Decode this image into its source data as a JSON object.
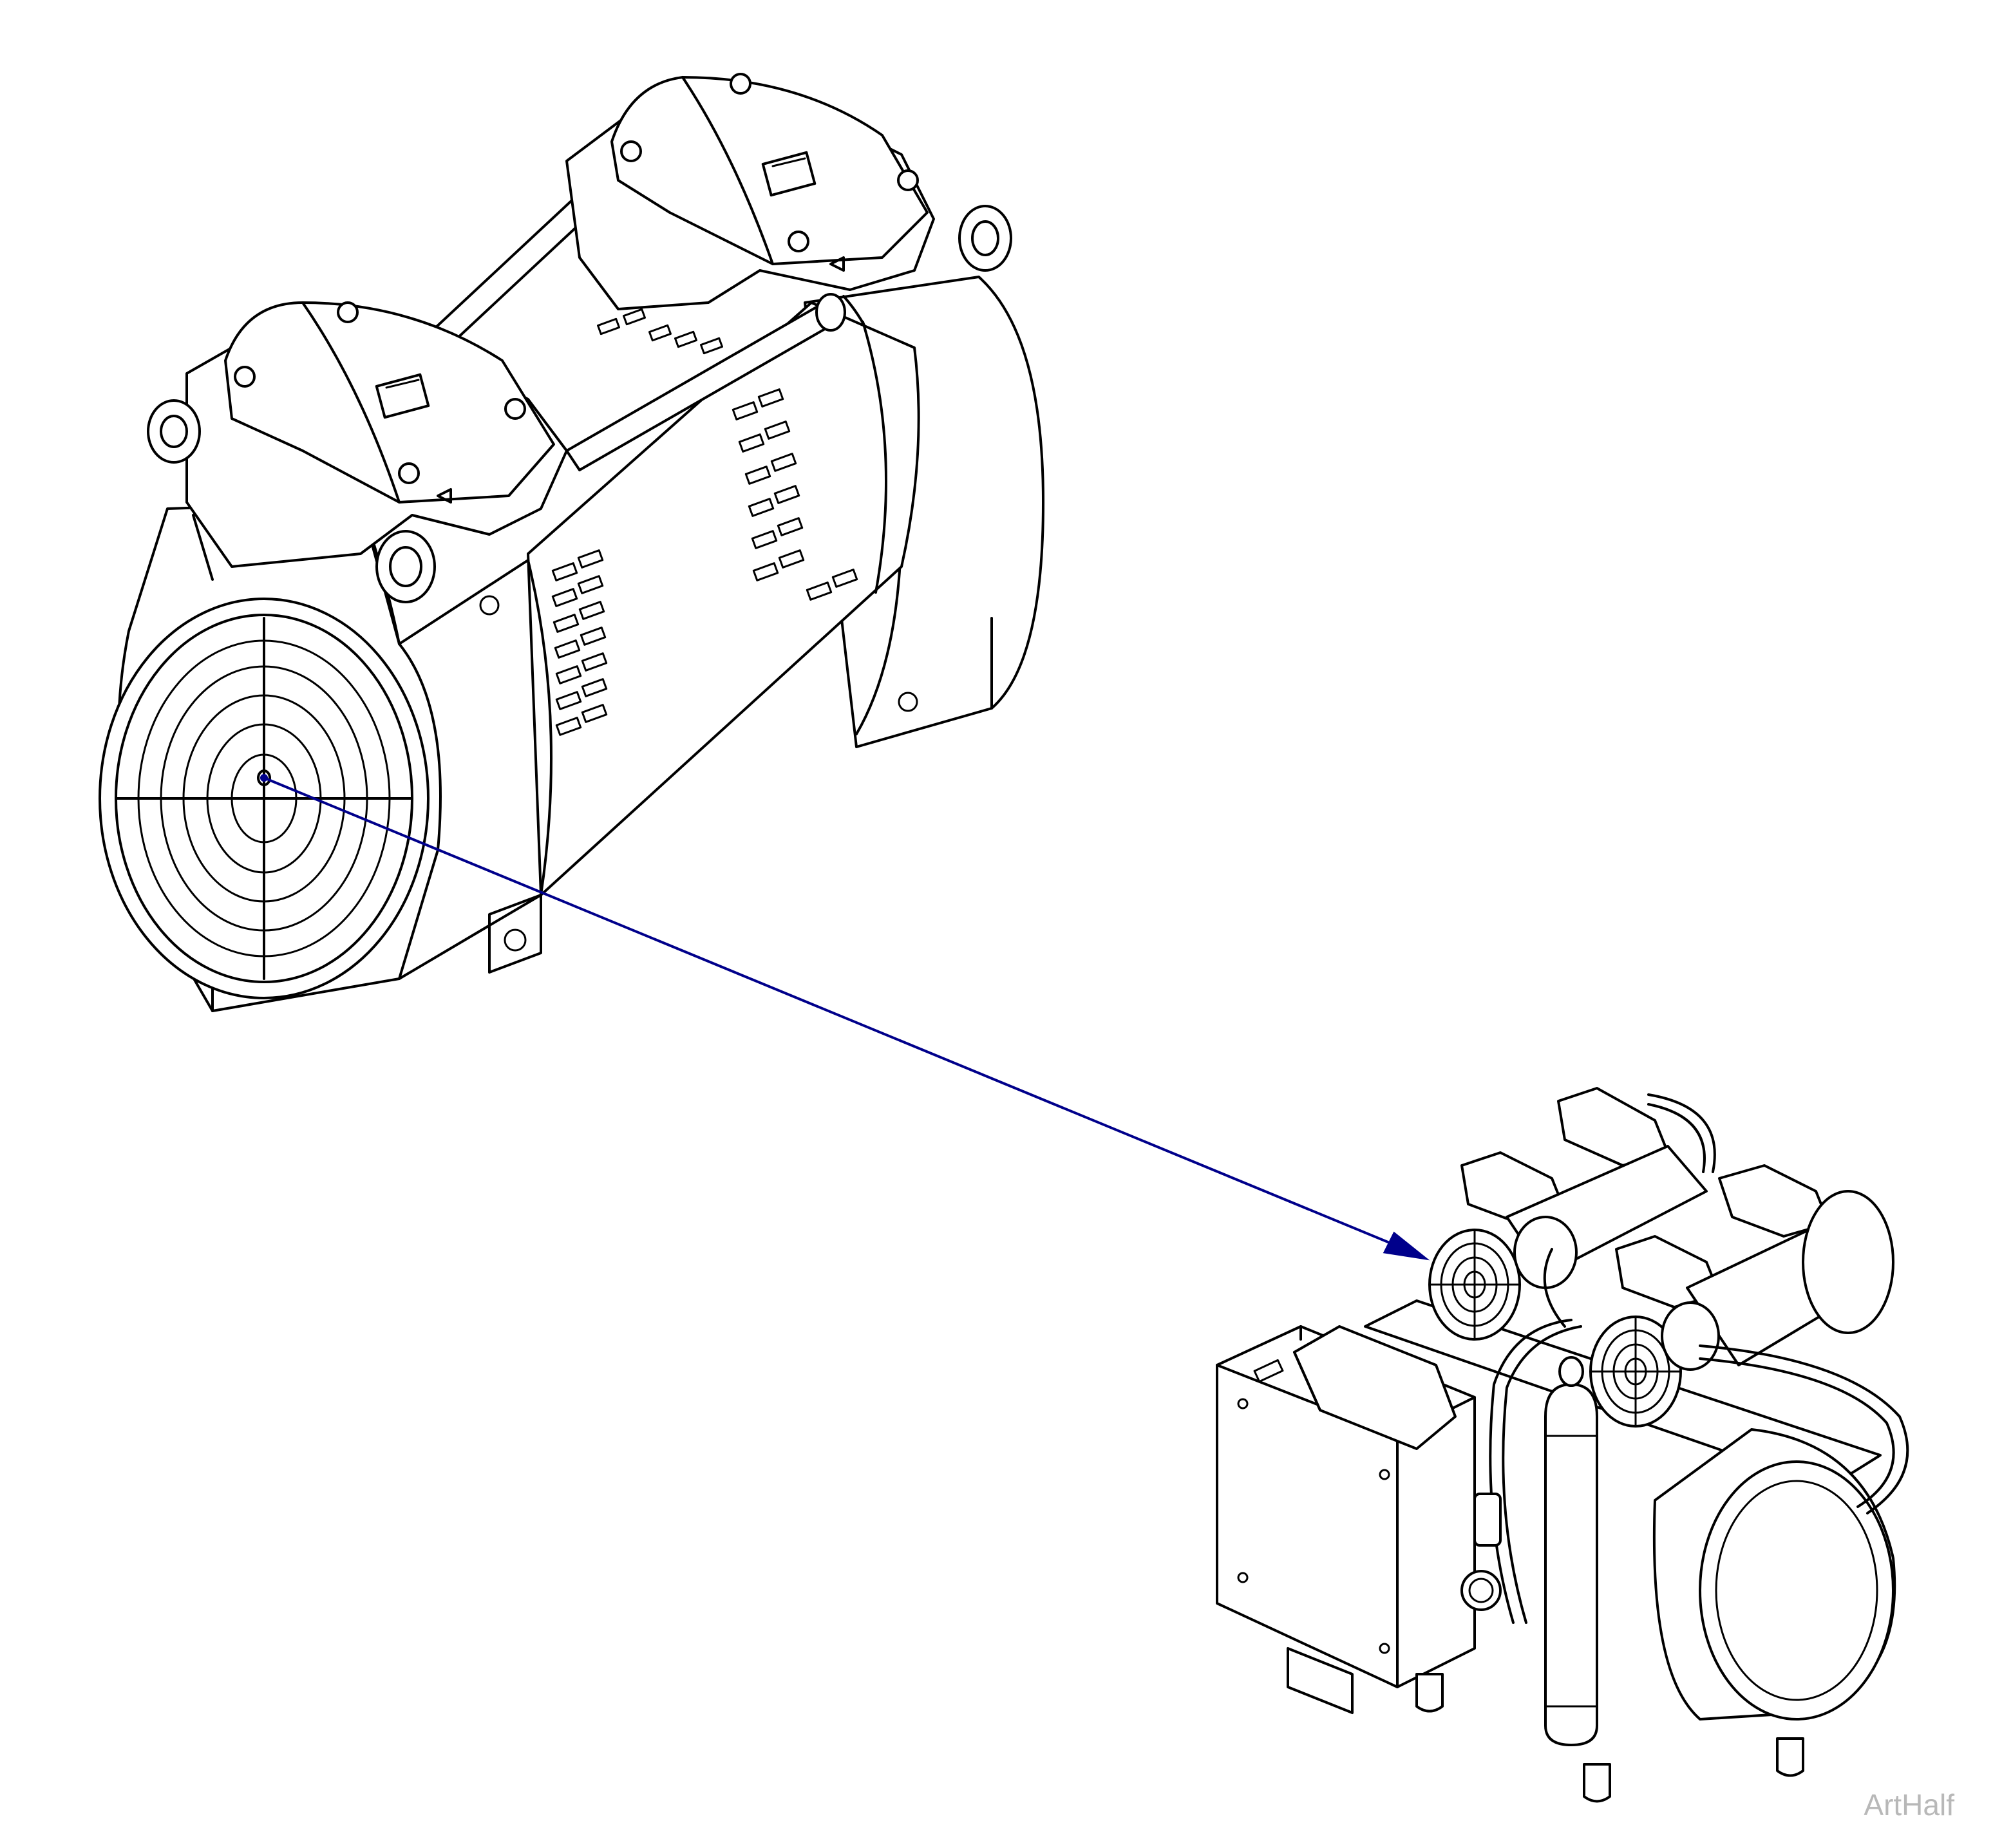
{
  "watermark": "ArtHalf",
  "colors": {
    "background": "#ffffff",
    "line_art": "#000000",
    "callout_arrow": "#00008b",
    "watermark": "#b8b8b8"
  },
  "illustration": {
    "detail": "pump-head-motor-assembly",
    "context": "dual-head-compressor-unit"
  }
}
